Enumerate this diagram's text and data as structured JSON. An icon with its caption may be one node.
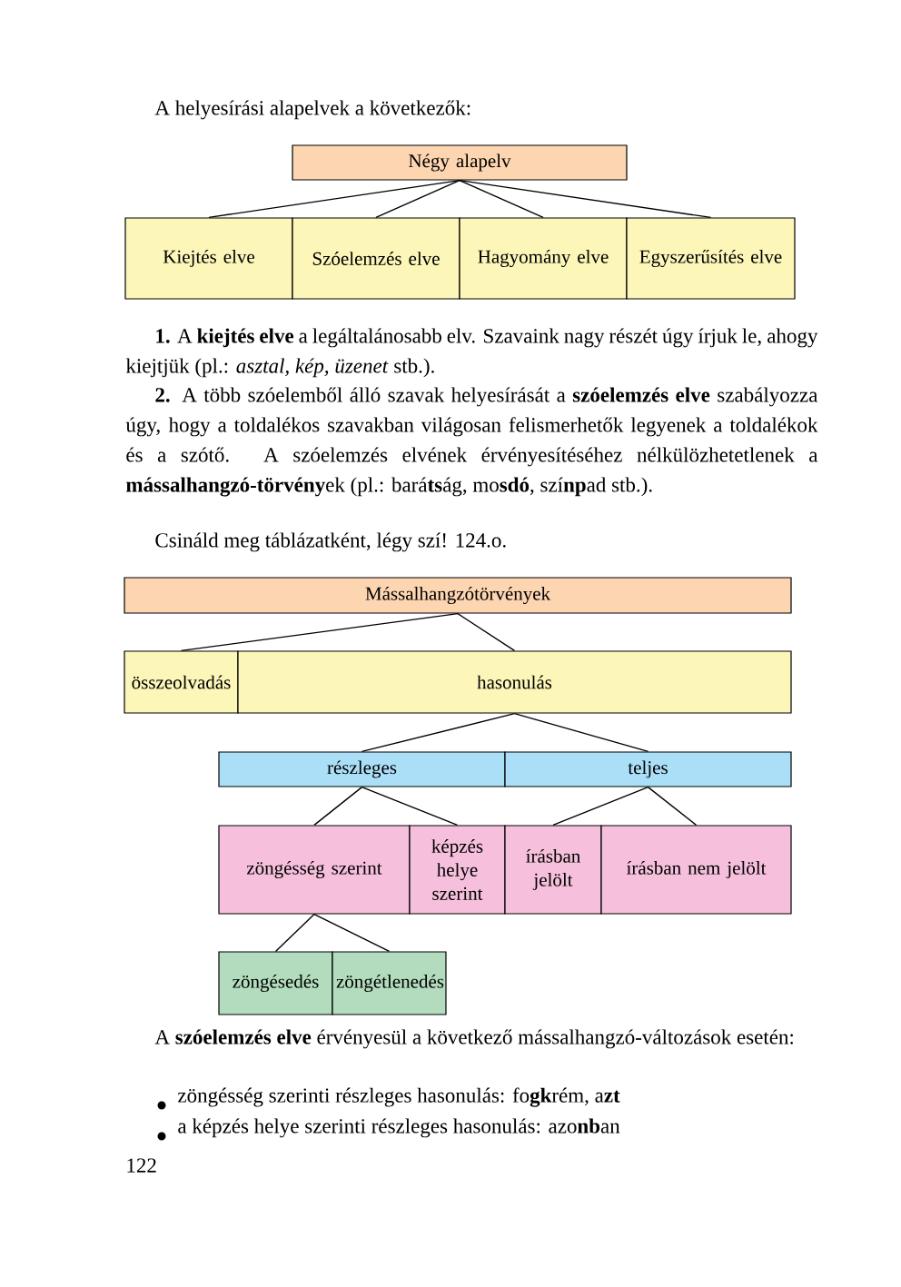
{
  "diagram": {
    "nodes": [
      {
        "text": [
          "Négy alapelv"
        ]
      },
      {
        "text": [
          "Kiejtés elve"
        ]
      },
      {
        "text": [
          "Szóelemzés elve"
        ]
      },
      {
        "text": [
          "Hagyomány elve"
        ]
      },
      {
        "text": [
          "Egyszerűsítés elve"
        ]
      },
      {
        "text": [
          "Mássalhangzótörvények"
        ]
      },
      {
        "text": [
          "összeolvadás"
        ]
      },
      {
        "text": [
          "hasonulás"
        ]
      },
      {
        "text": [
          "részleges"
        ]
      },
      {
        "text": [
          "teljes"
        ]
      },
      {
        "text": [
          "zöngésség szerint"
        ]
      },
      {
        "text": [
          "képzés helye szerint"
        ]
      },
      {
        "text": [
          "írásban jelölt"
        ]
      },
      {
        "text": [
          "írásban nem jelölt"
        ]
      },
      {
        "text": [
          "zöngésedés"
        ]
      },
      {
        "text": [
          "zöngétlenedés"
        ]
      }
    ],
    "edges": [
      {
        "from": 0,
        "to": 1,
        "arrow": "none"
      },
      {
        "from": 0,
        "to": 2,
        "arrow": "none"
      },
      {
        "from": 0,
        "to": 3,
        "arrow": "none"
      },
      {
        "from": 0,
        "to": 4,
        "arrow": "none"
      },
      {
        "from": 5,
        "to": 6,
        "arrow": "none"
      },
      {
        "from": 5,
        "to": 7,
        "arrow": "none"
      },
      {
        "from": 7,
        "to": 8,
        "arrow": "none"
      },
      {
        "from": 7,
        "to": 9,
        "arrow": "none"
      },
      {
        "from": 8,
        "to": 10,
        "arrow": "none"
      },
      {
        "from": 8,
        "to": 11,
        "arrow": "none"
      },
      {
        "from": 9,
        "to": 12,
        "arrow": "none"
      },
      {
        "from": 9,
        "to": 13,
        "arrow": "none"
      },
      {
        "from": 10,
        "to": 14,
        "arrow": "none"
      },
      {
        "from": 10,
        "to": 15,
        "arrow": "none"
      }
    ],
    "labels": [
      "A helyesírási alapelvek a következők:",
      "**1.** A **kiejtés elve** a legáltalánosabb elv. Szavaink nagy részét úgy írjuk le, ahogy kiejtjük (pl.: *asztal, kép, üzenet* stb.).",
      "**2.** A több szóelemből álló szavak helyesírását a **szóelemzés elve** szabályozza úgy, hogy a toldalékos szavakban világosan felismerhetők legyenek a toldalékok és a szótő. A szóelemzés elvének érvényesítéséhez nélkülözhetetlenek a **mássalhangzó-törvény**ek (pl.: bará**ts**ág, mo**sdó**, szí**np**ad stb.).",
      "Csináld meg táblázatként, légy szí! 124.o.",
      "A **szóelemzés elve** érvényesül a következő mássalhangzó-változások esetén:",
      "zöngésség szerinti részleges hasonulás: fo**gk**rém, a**zt**",
      "a képzés helye szerinti részleges hasonulás: azo**nb**an",
      "122"
    ]
  }
}
